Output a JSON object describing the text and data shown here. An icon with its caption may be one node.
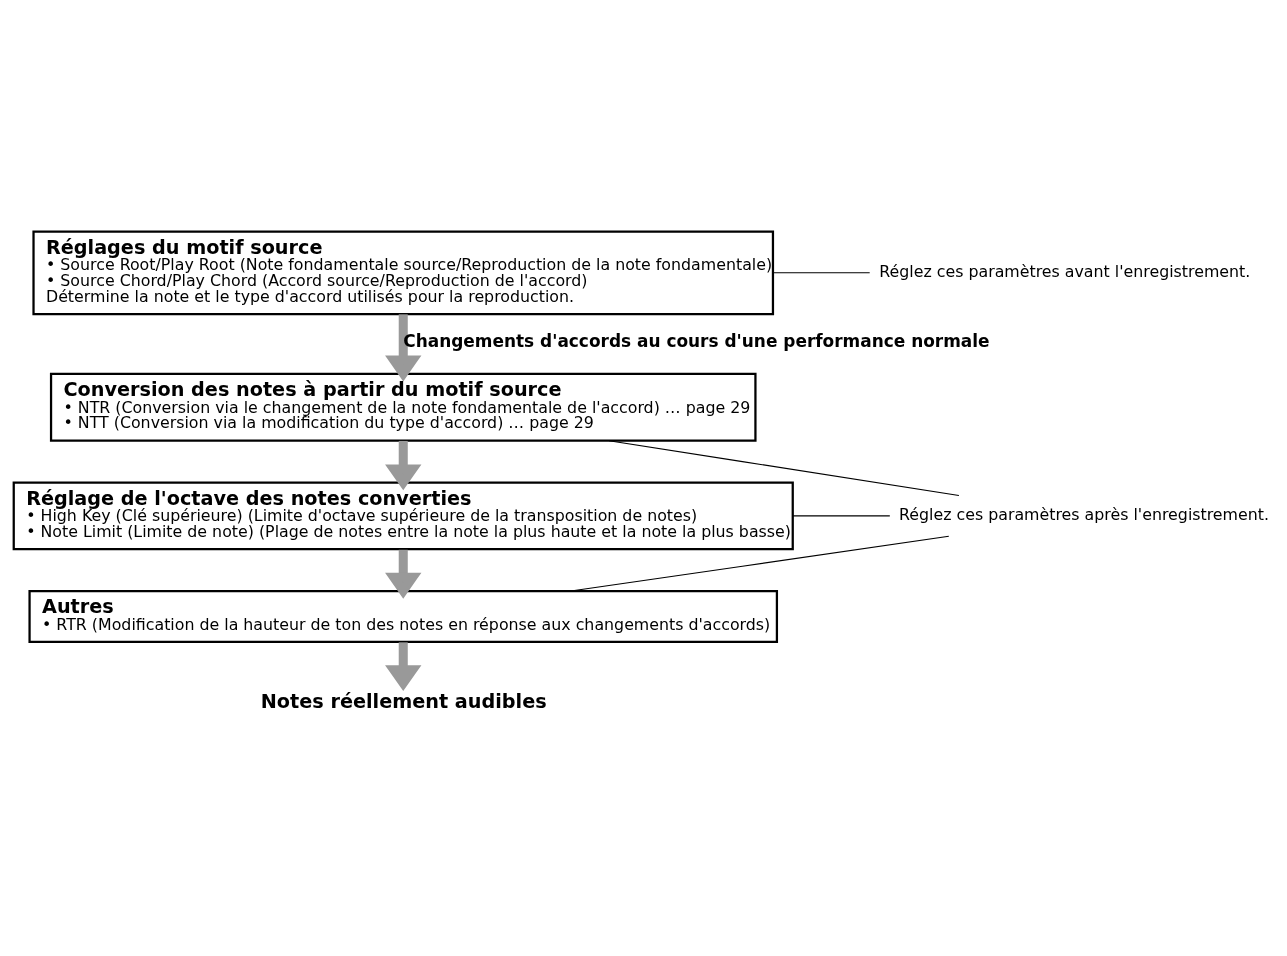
{
  "diagram": {
    "nodes": [
      {
        "text": [
          "Réglages du motif source",
          "• Source Root/Play Root (Note fondamentale source/Reproduction de la note fondamentale)",
          "• Source Chord/Play Chord (Accord source/Reproduction de l'accord)",
          "Détermine la note et le type d'accord utilisés pour la reproduction."
        ]
      },
      {
        "text": [
          "Réglez ces paramètres avant l'enregistrement."
        ]
      },
      {
        "text": [
          "Conversion des notes à partir du motif source",
          "• NTR (Conversion via le changement de la note fondamentale de l'accord) … page 29",
          "• NTT (Conversion via la modification du type d'accord) … page 29"
        ]
      },
      {
        "text": [
          "Réglage de l'octave des notes converties",
          "• High Key (Clé supérieure) (Limite d'octave supérieure de la transposition de notes)",
          "• Note Limit (Limite de note) (Plage de notes entre la note la plus haute et la note la plus basse)"
        ]
      },
      {
        "text": [
          "Autres",
          "• RTR (Modification de la hauteur de ton des notes en réponse aux changements d'accords)"
        ]
      },
      {
        "text": [
          "Notes réellement audibles"
        ]
      },
      {
        "text": [
          "Réglez ces paramètres après l'enregistrement."
        ]
      }
    ],
    "edges": [
      {
        "from": 0,
        "to": 1,
        "arrow": "none",
        "color": "#000000"
      },
      {
        "from": 0,
        "to": 2,
        "arrow": "to",
        "label": "Changements d'accords au cours d'une performance normale",
        "style": "thick",
        "color": "#999999"
      },
      {
        "from": 2,
        "to": 3,
        "arrow": "to",
        "style": "thick",
        "color": "#999999"
      },
      {
        "from": 3,
        "to": 4,
        "arrow": "to",
        "style": "thick",
        "color": "#999999"
      },
      {
        "from": 4,
        "to": 5,
        "arrow": "to",
        "style": "thick",
        "color": "#999999"
      },
      {
        "from": 2,
        "to": 6,
        "arrow": "none",
        "color": "#000000"
      },
      {
        "from": 3,
        "to": 6,
        "arrow": "none",
        "color": "#000000"
      },
      {
        "from": 4,
        "to": 6,
        "arrow": "none",
        "color": "#000000"
      }
    ]
  }
}
